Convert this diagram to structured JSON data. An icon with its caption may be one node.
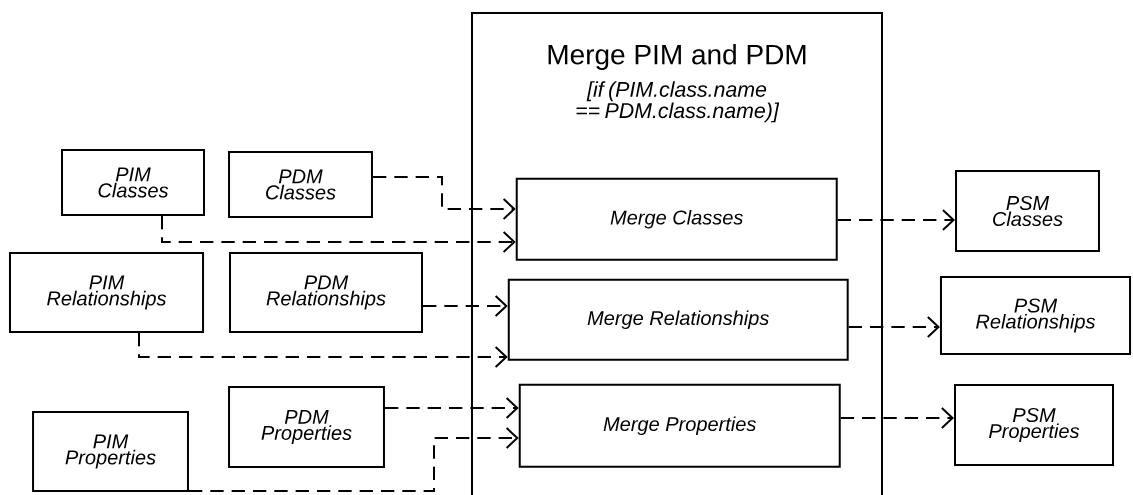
{
  "diagram": {
    "nodes": [
      {
        "text": [
          "Merge PIM and PDM",
          "[if (PIM.class.name == PDM.class.name)]"
        ]
      },
      {
        "text": [
          "PIM Classes"
        ]
      },
      {
        "text": [
          "PDM Classes"
        ]
      },
      {
        "text": [
          "Merge Classes"
        ],
        "in": 0
      },
      {
        "text": [
          "PSM Classes"
        ]
      },
      {
        "text": [
          "PIM Relationships"
        ]
      },
      {
        "text": [
          "PDM Relationships"
        ]
      },
      {
        "text": [
          "Merge Relationships"
        ],
        "in": 0
      },
      {
        "text": [
          "PSM Relationships"
        ]
      },
      {
        "text": [
          "PDM Properties"
        ]
      },
      {
        "text": [
          "Merge Properties"
        ],
        "in": 0
      },
      {
        "text": [
          "PSM Properties"
        ]
      },
      {
        "text": [
          "PIM Properties"
        ]
      }
    ],
    "edges": [
      {
        "from": 2,
        "to": 3,
        "arrow": "to",
        "style": "dashed"
      },
      {
        "from": 1,
        "to": 3,
        "arrow": "to",
        "style": "dashed"
      },
      {
        "from": 3,
        "to": 4,
        "arrow": "to",
        "style": "dashed"
      },
      {
        "from": 6,
        "to": 7,
        "arrow": "to",
        "style": "dashed"
      },
      {
        "from": 5,
        "to": 7,
        "arrow": "to",
        "style": "dashed"
      },
      {
        "from": 7,
        "to": 8,
        "arrow": "to",
        "style": "dashed"
      },
      {
        "from": 9,
        "to": 10,
        "arrow": "to",
        "style": "dashed"
      },
      {
        "from": 12,
        "to": 10,
        "arrow": "to",
        "style": "dashed"
      },
      {
        "from": 10,
        "to": 11,
        "arrow": "to",
        "style": "dashed"
      }
    ]
  }
}
